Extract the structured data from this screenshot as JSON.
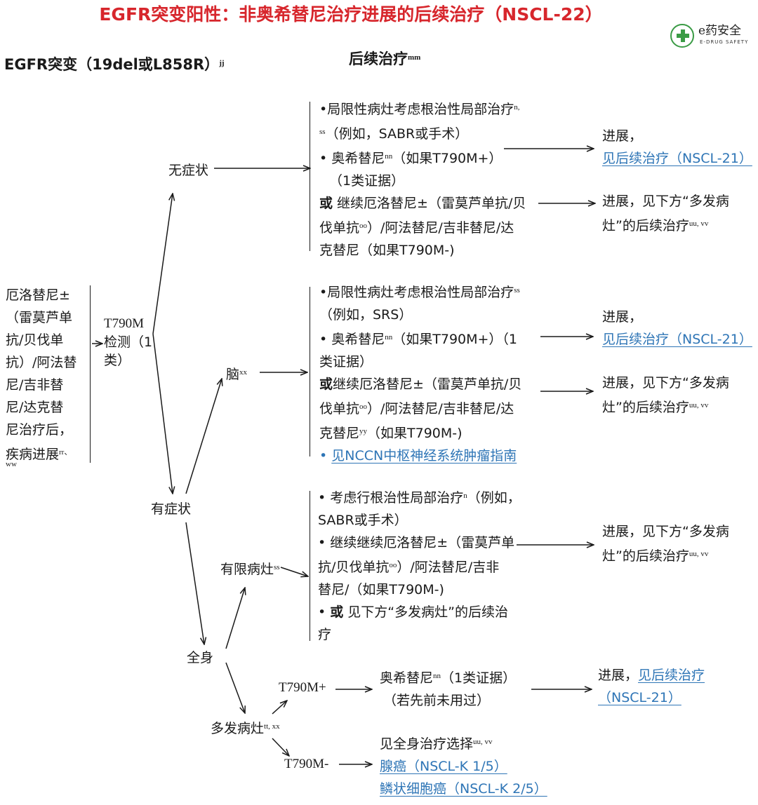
{
  "title": "EGFR突变阳性：非奥希替尼治疗进展的后续治疗（NSCL-22）",
  "logo": {
    "name": "e药安全",
    "sub": "E-DRUG SAFETY",
    "icon": "plus-circle-icon",
    "color": "#3a9b45"
  },
  "headers": {
    "left": "EGFR突变（19del或L858R）",
    "left_sup": "jj",
    "right": "后续治疗",
    "right_sup": "mm"
  },
  "start": {
    "lines": [
      "厄洛替尼±",
      "（雷莫芦单",
      "抗/贝伐单",
      "抗）/阿法替",
      "尼/吉非替",
      "尼/达克替",
      "尼治疗后，",
      "疾病进展"
    ],
    "sup": "rr、",
    "sup2": "ww"
  },
  "t790m_test": {
    "lines": [
      "T790M",
      "检测（1",
      "类）"
    ]
  },
  "nodes": {
    "asymptomatic": "无症状",
    "symptomatic": "有症状",
    "brain": "脑",
    "brain_sup": "xx",
    "systemic": "全身",
    "limited": "有限病灶",
    "limited_sup": "ss",
    "multiple": "多发病灶",
    "multiple_sup": "tt, xx",
    "t790m_pos": "T790M+",
    "t790m_neg": "T790M-"
  },
  "asym_box": {
    "l1": "•局限性病灶考虑根治性局部治疗",
    "l1_sup": "n,",
    "l2_sup": "ss",
    "l2": "（例如，SABR或手术）",
    "l3a": "• 奥希替尼",
    "l3_sup": "nn",
    "l3b": "（如果T790M+）",
    "l4": "（1类证据）",
    "l5_or": "或",
    "l5": " 继续厄洛替尼±（雷莫芦单抗/贝",
    "l6a": "伐单抗",
    "l6_sup": "oo",
    "l6b": "）/阿法替尼/吉非替尼/达",
    "l7": "克替尼（如果T790M-)"
  },
  "asym_out1": {
    "l1": "进展，",
    "link": "见后续治疗（NSCL-21）"
  },
  "asym_out2": {
    "l1": "进展，见下方“多发病",
    "l2": "灶”的后续治疗",
    "sup": "uu, vv"
  },
  "brain_box": {
    "l1": "•局限性病灶考虑根治性局部治疗",
    "l1_sup": "ss",
    "l2": "（例如，SRS）",
    "l3a": "• 奥希替尼",
    "l3_sup": "nn",
    "l3b": "（如果T790M+）（1",
    "l4": "类证据）",
    "l5_or": "或",
    "l5": "继续厄洛替尼±（雷莫芦单抗/贝",
    "l6a": "伐单抗",
    "l6_sup": "oo",
    "l6b": "）/阿法替尼/吉非替尼/达",
    "l7a": "克替尼",
    "l7_sup": "yy",
    "l7b": "（如果T790M-)",
    "l8_bullet": "•",
    "l8_link": "见NCCN中枢神经系统肿瘤指南"
  },
  "brain_out1": {
    "l1": "进展，",
    "link": "见后续治疗（NSCL-21）"
  },
  "brain_out2": {
    "l1": "进展，见下方“多发病",
    "l2": "灶”的后续治疗",
    "sup": "uu, vv"
  },
  "limited_box": {
    "l1a": "• 考虑行根治性局部治疗",
    "l1_sup": "n",
    "l1b": "（例如，",
    "l2": "SABR或手术）",
    "l3": "• 继续继续厄洛替尼±（雷莫芦单",
    "l4a": "抗/贝伐单抗",
    "l4_sup": "oo",
    "l4b": "）/阿法替尼/吉非",
    "l5": "替尼/（如果T790M-)",
    "l6a": "• ",
    "l6_or": "或",
    "l6b": " 见下方“多发病灶”的后续治",
    "l7": "疗"
  },
  "limited_out": {
    "l1": "进展，见下方“多发病",
    "l2": "灶”的后续治疗",
    "sup": "uu, vv"
  },
  "pos_box": {
    "l1a": "奥希替尼",
    "l1_sup": "nn",
    "l1b": "（1类证据）",
    "l2": "（若先前未用过）"
  },
  "pos_out": {
    "l1": "进展，",
    "link1": "见后续治疗",
    "link2": "（NSCL-21）"
  },
  "neg_box": {
    "l1": "见全身治疗选择",
    "l1_sup": "uu, vv",
    "link1": "腺癌（NSCL-K 1/5）",
    "link2": "鳞状细胞癌（NSCL-K 2/5）"
  },
  "colors": {
    "title": "#d7262c",
    "link": "#2e75b6",
    "line": "#1a1a1a"
  }
}
